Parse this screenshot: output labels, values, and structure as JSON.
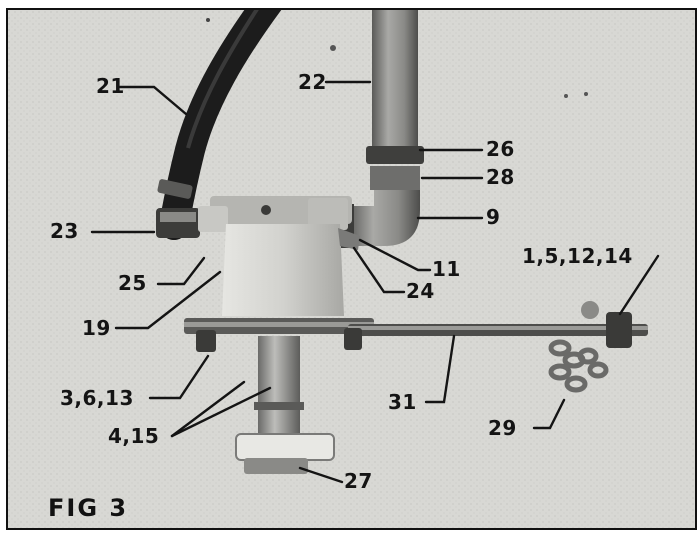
{
  "figure": {
    "label": "FIG 3",
    "colors": {
      "background": "#d9d9d6",
      "hose": "#1c1c1c",
      "pipe": "#7a7a78",
      "metal_dark": "#4a4a48",
      "pump_body": "#cfcfcb",
      "leader_line": "#141414"
    },
    "callouts": {
      "c21": "21",
      "c22": "22",
      "c26": "26",
      "c28": "28",
      "c23": "23",
      "c9": "9",
      "c25": "25",
      "c11": "11",
      "c24": "24",
      "c19": "19",
      "c1_5_12_14": "1,5,12,14",
      "c3_6_13": "3,6,13",
      "c31": "31",
      "c4_15": "4,15",
      "c29": "29",
      "c27": "27"
    }
  }
}
